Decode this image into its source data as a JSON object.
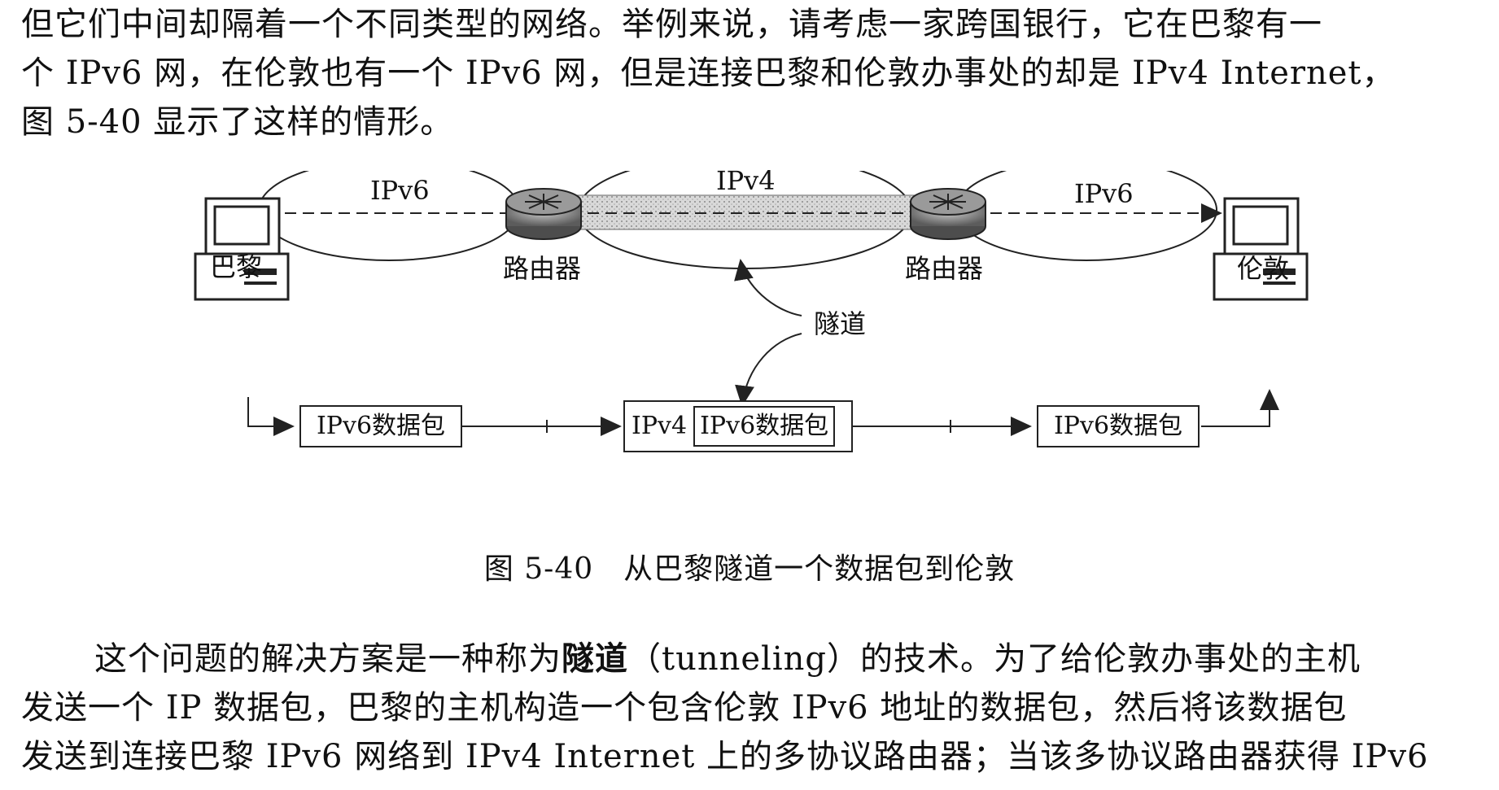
{
  "paragraph_top": {
    "lines": [
      "但它们中间却隔着一个不同类型的网络。举例来说，请考虑一家跨国银行，它在巴黎有一",
      "个 IPv6 网，在伦敦也有一个 IPv6 网，但是连接巴黎和伦敦办事处的却是 IPv4 Internet，",
      "图 5-40 显示了这样的情形。"
    ]
  },
  "figure": {
    "cloud_left_label": "IPv6",
    "cloud_middle_label": "IPv4",
    "cloud_right_label": "IPv6",
    "host_left_label": "巴黎",
    "router_left_label": "路由器",
    "router_right_label": "路由器",
    "host_right_label": "伦敦",
    "tunnel_label": "隧道",
    "packet_left": "IPv6数据包",
    "packet_middle_outer": "IPv4",
    "packet_middle_inner": "IPv6数据包",
    "packet_right": "IPv6数据包",
    "caption": "图 5-40　从巴黎隧道一个数据包到伦敦"
  },
  "paragraph_bottom": {
    "line1_pre": "这个问题的解决方案是一种称为",
    "line1_bold": "隧道",
    "line1_post": "（tunneling）的技术。为了给伦敦办事处的主机",
    "line2": "发送一个 IP 数据包，巴黎的主机构造一个包含伦敦 IPv6 地址的数据包，然后将该数据包",
    "line3": "发送到连接巴黎 IPv6 网络到 IPv4 Internet 上的多协议路由器；当该多协议路由器获得 IPv6"
  }
}
